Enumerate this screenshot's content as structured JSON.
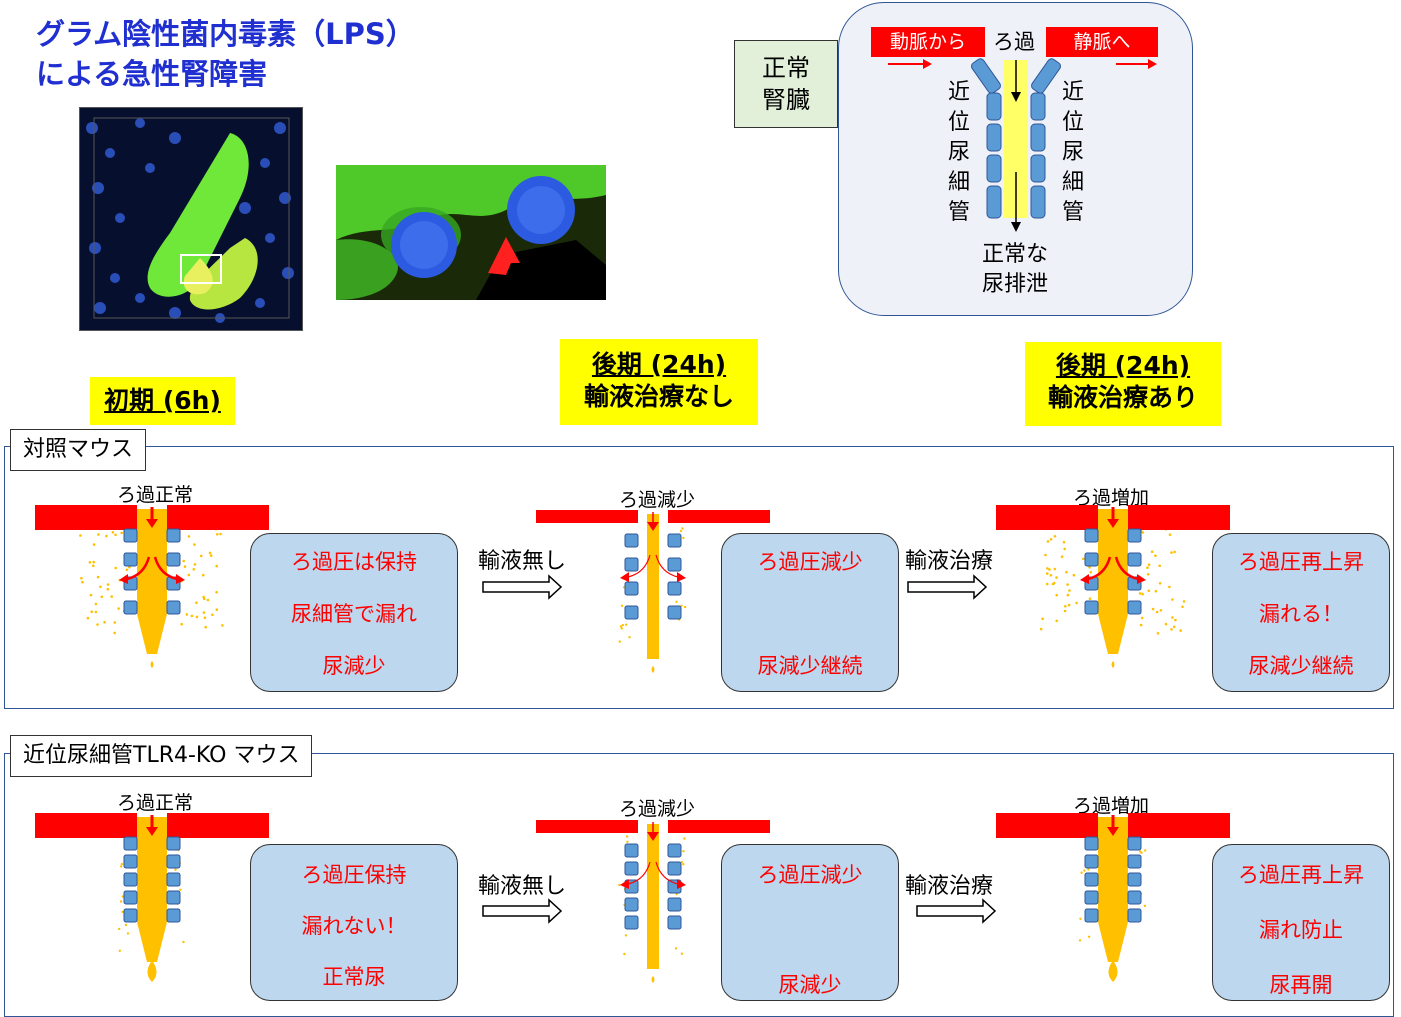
{
  "title": {
    "line1": "グラム陰性菌内毒素（LPS）",
    "line2": "による急性腎障害"
  },
  "normal_kidney": {
    "label_line1": "正常",
    "label_line2": "腎臓",
    "from_artery": "動脈から",
    "filtration": "ろ過",
    "to_vein": "静脈へ",
    "tubule_left": [
      "近",
      "位",
      "尿",
      "細",
      "管"
    ],
    "tubule_right": [
      "近",
      "位",
      "尿",
      "細",
      "管"
    ],
    "output_line1": "正常な",
    "output_line2": "尿排泄"
  },
  "phases": {
    "early": "初期 (6h)",
    "late_no_line1": "後期 (24h)",
    "late_no_line2": "輸液治療なし",
    "late_yes_line1": "後期 (24h)",
    "late_yes_line2": "輸液治療あり"
  },
  "control": {
    "tag": "対照マウス",
    "d1_label": "ろ過正常",
    "d2_label": "ろ過減少",
    "d3_label": "ろ過増加",
    "box1": [
      "ろ過圧は保持",
      "尿細管で漏れ",
      "尿減少"
    ],
    "box2": [
      "ろ過圧減少",
      "尿減少継続"
    ],
    "box3": [
      "ろ過圧再上昇",
      "漏れる！",
      "尿減少継続"
    ],
    "action1": "輸液無し",
    "action2": "輸液治療"
  },
  "ko": {
    "tag": "近位尿細管TLR4-KO マウス",
    "d1_label": "ろ過正常",
    "d2_label": "ろ過減少",
    "d3_label": "ろ過増加",
    "box1": [
      "ろ過圧保持",
      "漏れない！",
      "正常尿"
    ],
    "box2": [
      "ろ過圧減少",
      "尿減少"
    ],
    "box3": [
      "ろ過圧再上昇",
      "漏れ防止",
      "尿再開"
    ],
    "action1": "輸液無し",
    "action2": "輸液治療"
  },
  "colors": {
    "title": "#1f2fd0",
    "red": "#ff0000",
    "tubule": "#ffc000",
    "cell": "#5b9bd5",
    "box": "#bdd7ee",
    "phase": "#ffff00"
  }
}
